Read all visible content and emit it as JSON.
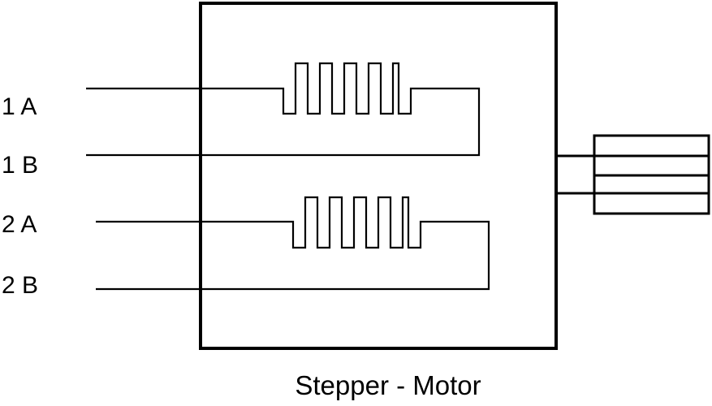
{
  "diagram": {
    "title": "Stepper - Motor",
    "terminals": {
      "coil1_a": "1 A",
      "coil1_b": "1 B",
      "coil2_a": "2 A",
      "coil2_b": "2 B"
    }
  }
}
